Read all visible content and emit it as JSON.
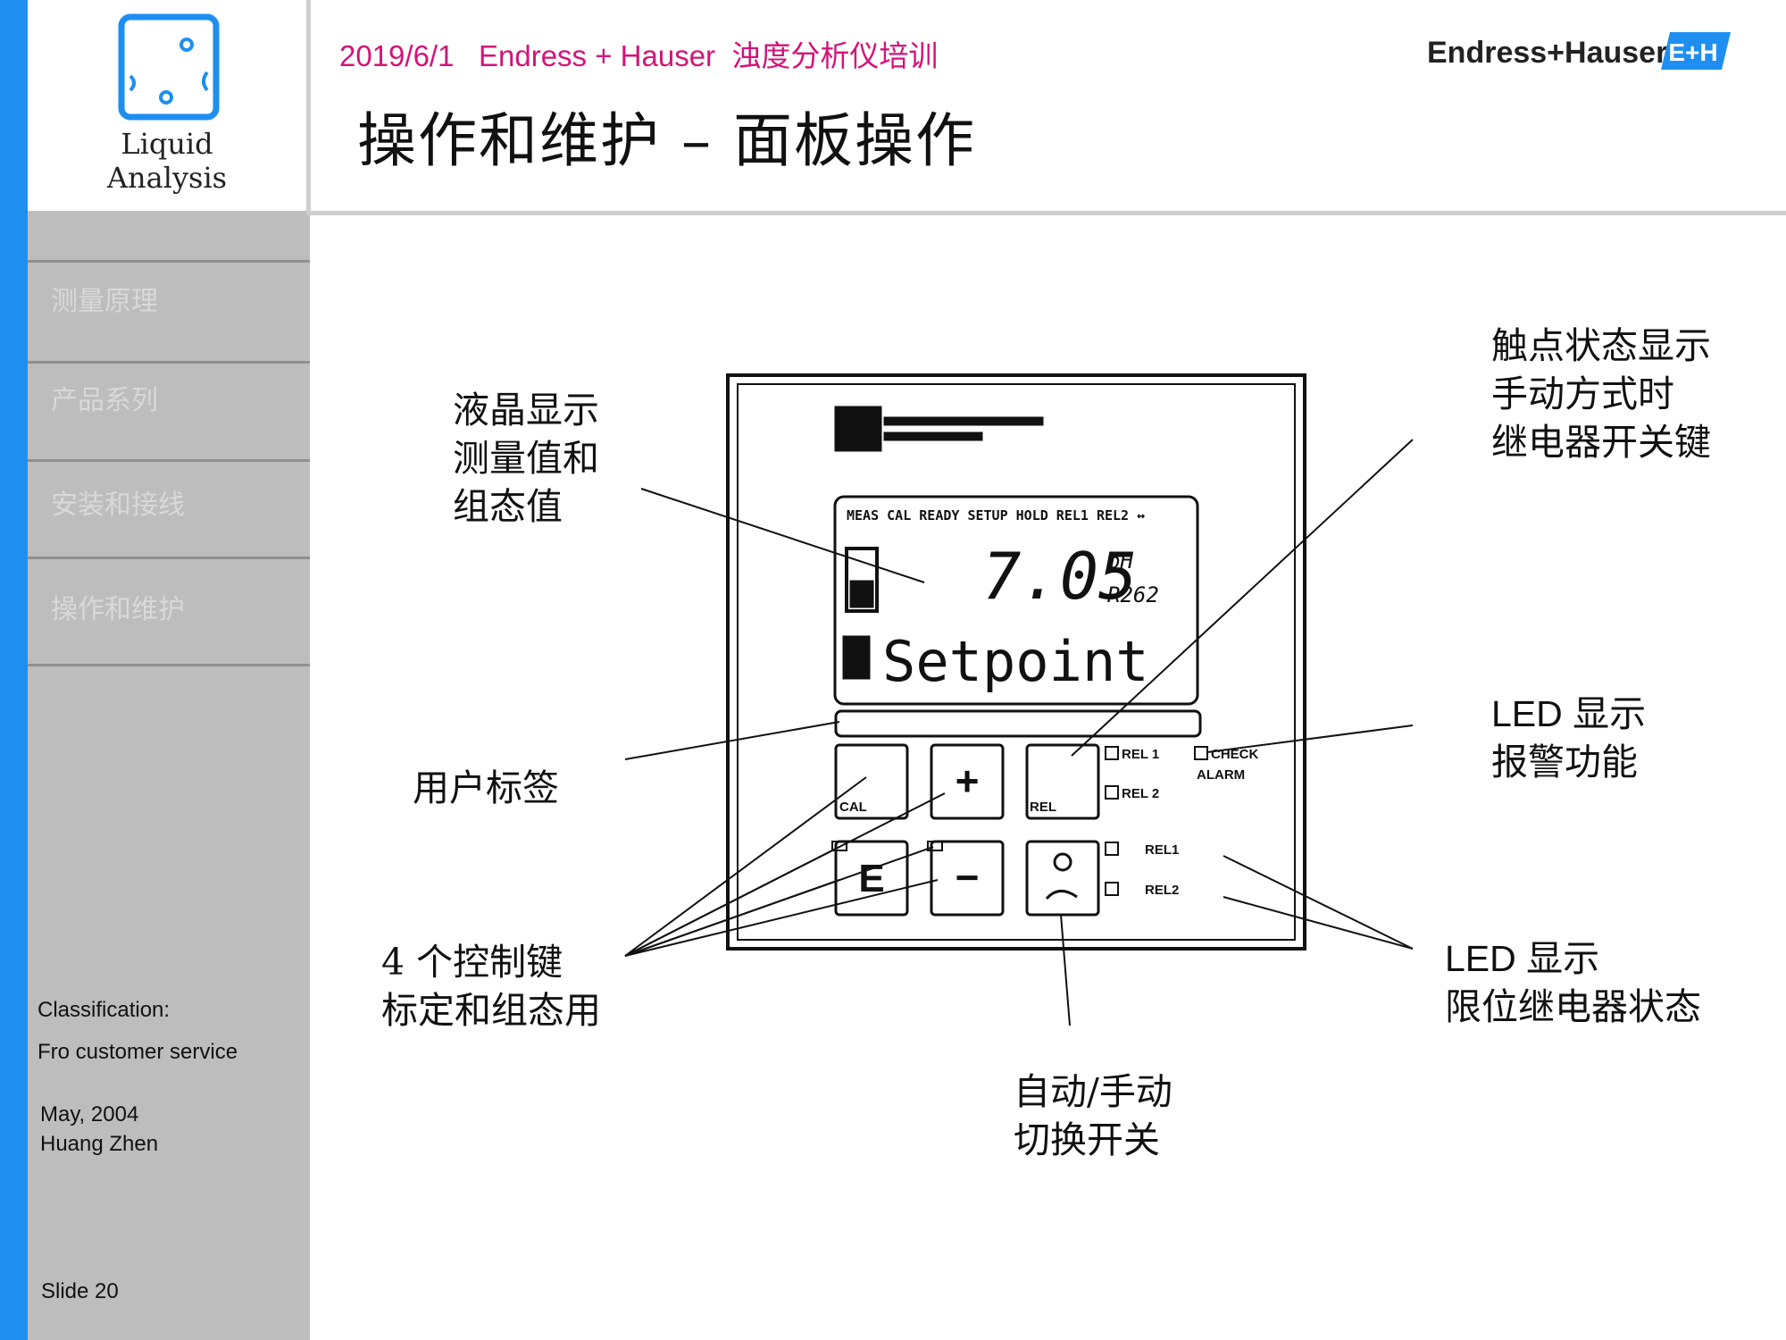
{
  "header": {
    "date": "2019/6/1",
    "company": "Endress + Hauser",
    "course": "浊度分析仪培训",
    "title": "操作和维护 – 面板操作"
  },
  "brand": {
    "name": "Endress+Hauser",
    "mark": "E+H"
  },
  "logo": {
    "line1": "Liquid",
    "line2": "Analysis"
  },
  "sidebar": {
    "items": [
      {
        "label": "测量原理"
      },
      {
        "label": "产品系列"
      },
      {
        "label": "安装和接线"
      },
      {
        "label": "操作和维护"
      }
    ],
    "classification_label": "Classification:",
    "classification_value": "Fro customer service",
    "date": "May, 2004",
    "author": "Huang Zhen",
    "slide": "Slide 20"
  },
  "callouts": {
    "lcd": [
      "液晶显示",
      "测量值和",
      "组态值"
    ],
    "user_label": [
      "用户标签"
    ],
    "keys": [
      "4  个控制键",
      "标定和组态用"
    ],
    "auto_manual": [
      "自动/手动",
      "切换开关"
    ],
    "contact_status": [
      "触点状态显示",
      "手动方式时",
      "继电器开关键"
    ],
    "led_alarm": [
      "LED 显示",
      "报警功能"
    ],
    "led_relay": [
      "LED 显示",
      "限位继电器状态"
    ]
  },
  "device": {
    "display_value": "7.05",
    "display_unit": "pH",
    "display_sub": "R262",
    "display_text": "Setpoint",
    "status_row": "MEAS CAL READY SETUP HOLD REL1 REL2 ↔",
    "keys": {
      "cal": "CAL",
      "plus": "+",
      "rel": "REL",
      "enter": "E",
      "minus": "−"
    },
    "leds": {
      "rel1": "REL 1",
      "rel2": "REL 2",
      "check": "CHECK",
      "alarm": "ALARM",
      "min_max1": "REL1",
      "min_max2": "REL2"
    }
  }
}
